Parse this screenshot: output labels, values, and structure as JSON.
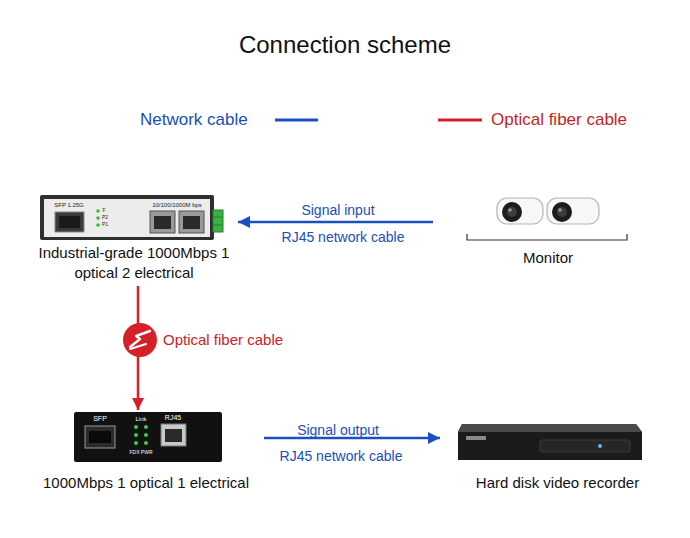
{
  "diagram": {
    "title": "Connection scheme",
    "nodes": [
      {
        "text": [
          "Industrial-grade 1000Mbps 1 optical 2 electrical"
        ]
      },
      {
        "text": [
          "Monitor"
        ]
      },
      {
        "text": [
          "1000Mbps 1 optical 1 electrical"
        ]
      },
      {
        "text": [
          "Hard disk video recorder"
        ]
      }
    ],
    "edges": [
      {
        "from": 1,
        "to": 0,
        "arrow": "to",
        "label": "Signal input"
      },
      {
        "from": 0,
        "to": 2,
        "arrow": "to",
        "label": "Optical fiber cable"
      },
      {
        "from": 2,
        "to": 3,
        "arrow": "to",
        "label": "Signal output"
      }
    ],
    "labels": [
      "RJ45 network cable",
      "RJ45 network cable",
      "SFP 1.25G",
      "F",
      "P2",
      "P1",
      "10/100/1000M bps",
      "SFP",
      "Link",
      "RJ45",
      "FDX PWR"
    ],
    "legend": [
      {
        "text": "Network cable"
      },
      {
        "text": "Optical fiber cable"
      }
    ]
  }
}
